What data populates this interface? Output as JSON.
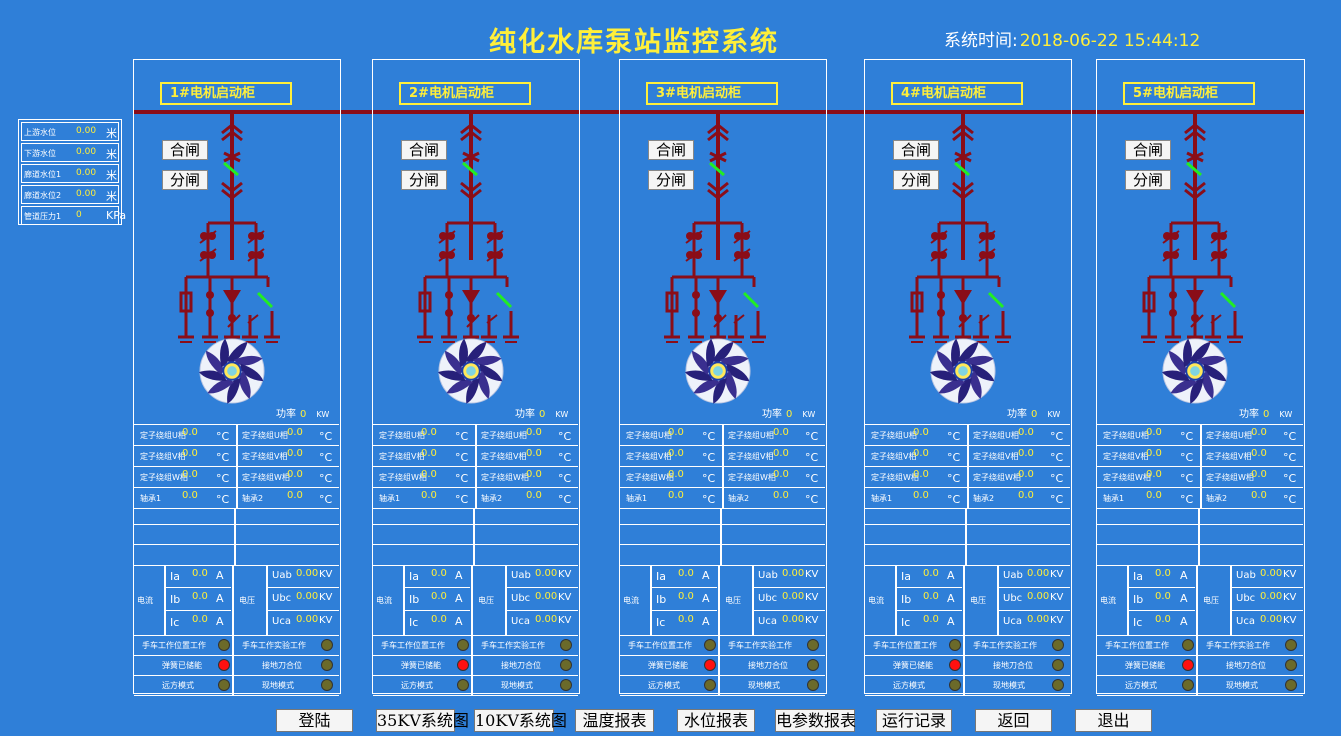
{
  "header": {
    "title": "纯化水库泵站监控系统",
    "time_label": "系统时间:",
    "time_value": "2018-06-22 15:44:12"
  },
  "colors": {
    "background": "#2f7fd8",
    "busbar": "#8a0d18",
    "accent": "#ffef3a",
    "switch": "#22ee22"
  },
  "water_levels": [
    {
      "label": "上游水位",
      "value": "0.00",
      "unit": "米"
    },
    {
      "label": "下游水位",
      "value": "0.00",
      "unit": "米"
    },
    {
      "label": "廊道水位1",
      "value": "0.00",
      "unit": "米"
    },
    {
      "label": "廊道水位2",
      "value": "0.00",
      "unit": "米"
    },
    {
      "label": "管道压力1",
      "value": "0",
      "unit": "KPa"
    }
  ],
  "cabinets": [
    {
      "title": "1#电机启动柜",
      "btn_close": "合闸",
      "btn_open": "分闸",
      "power_label": "功率",
      "power_value": "0",
      "power_unit": "KW",
      "temps": [
        [
          "定子绕组U相",
          "0.0",
          "°C",
          "定子绕组U相",
          "0.0",
          "°C"
        ],
        [
          "定子绕组V相",
          "0.0",
          "°C",
          "定子绕组V相",
          "0.0",
          "°C"
        ],
        [
          "定子绕组W相",
          "0.0",
          "°C",
          "定子绕组W相",
          "0.0",
          "°C"
        ],
        [
          "轴承1",
          "0.0",
          "°C",
          "轴承2",
          "0.0",
          "°C"
        ]
      ],
      "current_label": "电流",
      "voltage_label": "电压",
      "currents": [
        [
          "Ia",
          "0.0",
          "A"
        ],
        [
          "Ib",
          "0.0",
          "A"
        ],
        [
          "Ic",
          "0.0",
          "A"
        ]
      ],
      "voltages": [
        [
          "Uab",
          "0.00",
          "KV"
        ],
        [
          "Ubc",
          "0.00",
          "KV"
        ],
        [
          "Uca",
          "0.00",
          "KV"
        ]
      ],
      "status": [
        [
          "手车工作位置工作",
          "off",
          "手车工作实验工作",
          "off"
        ],
        [
          "弹簧已储能",
          "on",
          "接地刀合位",
          "off"
        ],
        [
          "远方模式",
          "off",
          "现地模式",
          "off"
        ]
      ]
    },
    {
      "title": "2#电机启动柜",
      "btn_close": "合闸",
      "btn_open": "分闸",
      "power_label": "功率",
      "power_value": "0",
      "power_unit": "KW",
      "temps": [
        [
          "定子绕组U相",
          "0.0",
          "°C",
          "定子绕组U相",
          "0.0",
          "°C"
        ],
        [
          "定子绕组V相",
          "0.0",
          "°C",
          "定子绕组V相",
          "0.0",
          "°C"
        ],
        [
          "定子绕组W相",
          "0.0",
          "°C",
          "定子绕组W相",
          "0.0",
          "°C"
        ],
        [
          "轴承1",
          "0.0",
          "°C",
          "轴承2",
          "0.0",
          "°C"
        ]
      ],
      "current_label": "电流",
      "voltage_label": "电压",
      "currents": [
        [
          "Ia",
          "0.0",
          "A"
        ],
        [
          "Ib",
          "0.0",
          "A"
        ],
        [
          "Ic",
          "0.0",
          "A"
        ]
      ],
      "voltages": [
        [
          "Uab",
          "0.00",
          "KV"
        ],
        [
          "Ubc",
          "0.00",
          "KV"
        ],
        [
          "Uca",
          "0.00",
          "KV"
        ]
      ],
      "status": [
        [
          "手车工作位置工作",
          "off",
          "手车工作实验工作",
          "off"
        ],
        [
          "弹簧已储能",
          "on",
          "接地刀合位",
          "off"
        ],
        [
          "远方模式",
          "off",
          "现地模式",
          "off"
        ]
      ]
    },
    {
      "title": "3#电机启动柜",
      "btn_close": "合闸",
      "btn_open": "分闸",
      "power_label": "功率",
      "power_value": "0",
      "power_unit": "KW",
      "temps": [
        [
          "定子绕组U相",
          "0.0",
          "°C",
          "定子绕组U相",
          "0.0",
          "°C"
        ],
        [
          "定子绕组V相",
          "0.0",
          "°C",
          "定子绕组V相",
          "0.0",
          "°C"
        ],
        [
          "定子绕组W相",
          "0.0",
          "°C",
          "定子绕组W相",
          "0.0",
          "°C"
        ],
        [
          "轴承1",
          "0.0",
          "°C",
          "轴承2",
          "0.0",
          "°C"
        ]
      ],
      "current_label": "电流",
      "voltage_label": "电压",
      "currents": [
        [
          "Ia",
          "0.0",
          "A"
        ],
        [
          "Ib",
          "0.0",
          "A"
        ],
        [
          "Ic",
          "0.0",
          "A"
        ]
      ],
      "voltages": [
        [
          "Uab",
          "0.00",
          "KV"
        ],
        [
          "Ubc",
          "0.00",
          "KV"
        ],
        [
          "Uca",
          "0.00",
          "KV"
        ]
      ],
      "status": [
        [
          "手车工作位置工作",
          "off",
          "手车工作实验工作",
          "off"
        ],
        [
          "弹簧已储能",
          "on",
          "接地刀合位",
          "off"
        ],
        [
          "远方模式",
          "off",
          "现地模式",
          "off"
        ]
      ]
    },
    {
      "title": "4#电机启动柜",
      "btn_close": "合闸",
      "btn_open": "分闸",
      "power_label": "功率",
      "power_value": "0",
      "power_unit": "KW",
      "temps": [
        [
          "定子绕组U相",
          "0.0",
          "°C",
          "定子绕组U相",
          "0.0",
          "°C"
        ],
        [
          "定子绕组V相",
          "0.0",
          "°C",
          "定子绕组V相",
          "0.0",
          "°C"
        ],
        [
          "定子绕组W相",
          "0.0",
          "°C",
          "定子绕组W相",
          "0.0",
          "°C"
        ],
        [
          "轴承1",
          "0.0",
          "°C",
          "轴承2",
          "0.0",
          "°C"
        ]
      ],
      "current_label": "电流",
      "voltage_label": "电压",
      "currents": [
        [
          "Ia",
          "0.0",
          "A"
        ],
        [
          "Ib",
          "0.0",
          "A"
        ],
        [
          "Ic",
          "0.0",
          "A"
        ]
      ],
      "voltages": [
        [
          "Uab",
          "0.00",
          "KV"
        ],
        [
          "Ubc",
          "0.00",
          "KV"
        ],
        [
          "Uca",
          "0.00",
          "KV"
        ]
      ],
      "status": [
        [
          "手车工作位置工作",
          "off",
          "手车工作实验工作",
          "off"
        ],
        [
          "弹簧已储能",
          "on",
          "接地刀合位",
          "off"
        ],
        [
          "远方模式",
          "off",
          "现地模式",
          "off"
        ]
      ]
    },
    {
      "title": "5#电机启动柜",
      "btn_close": "合闸",
      "btn_open": "分闸",
      "power_label": "功率",
      "power_value": "0",
      "power_unit": "KW",
      "temps": [
        [
          "定子绕组U相",
          "0.0",
          "°C",
          "定子绕组U相",
          "0.0",
          "°C"
        ],
        [
          "定子绕组V相",
          "0.0",
          "°C",
          "定子绕组V相",
          "0.0",
          "°C"
        ],
        [
          "定子绕组W相",
          "0.0",
          "°C",
          "定子绕组W相",
          "0.0",
          "°C"
        ],
        [
          "轴承1",
          "0.0",
          "°C",
          "轴承2",
          "0.0",
          "°C"
        ]
      ],
      "current_label": "电流",
      "voltage_label": "电压",
      "currents": [
        [
          "Ia",
          "0.0",
          "A"
        ],
        [
          "Ib",
          "0.0",
          "A"
        ],
        [
          "Ic",
          "0.0",
          "A"
        ]
      ],
      "voltages": [
        [
          "Uab",
          "0.00",
          "KV"
        ],
        [
          "Ubc",
          "0.00",
          "KV"
        ],
        [
          "Uca",
          "0.00",
          "KV"
        ]
      ],
      "status": [
        [
          "手车工作位置工作",
          "off",
          "手车工作实验工作",
          "off"
        ],
        [
          "弹簧已储能",
          "on",
          "接地刀合位",
          "off"
        ],
        [
          "远方模式",
          "off",
          "现地模式",
          "off"
        ]
      ]
    }
  ],
  "nav": [
    "登陆",
    "35KV系统图",
    "10KV系统图",
    "温度报表",
    "水位报表",
    "电参数报表",
    "运行记录",
    "返回",
    "退出"
  ]
}
